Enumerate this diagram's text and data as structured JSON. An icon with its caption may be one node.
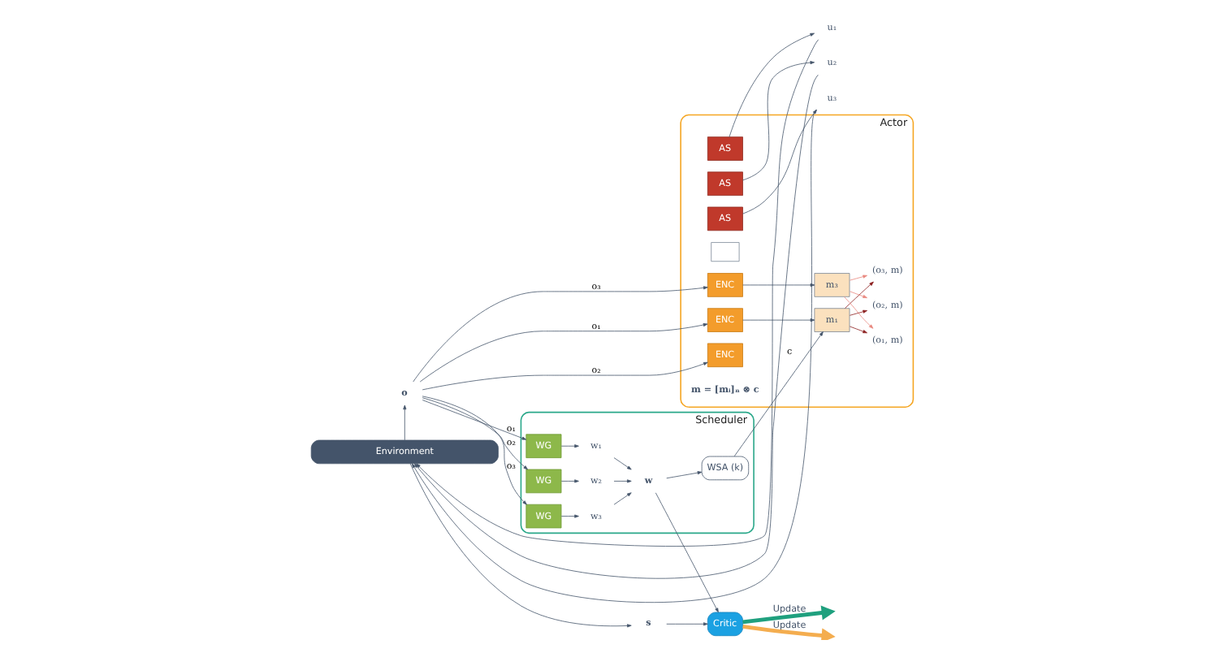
{
  "diagram": {
    "nodes": [
      {
        "text": [
          "Scheduler"
        ]
      },
      {
        "text": [
          "WG"
        ],
        "in": 0
      },
      {
        "text": [
          "WG"
        ],
        "in": 0
      },
      {
        "text": [
          "WG"
        ],
        "in": 0
      },
      {
        "text": [
          "w₁"
        ],
        "in": 0
      },
      {
        "text": [
          "w₂"
        ],
        "in": 0
      },
      {
        "text": [
          "w₃"
        ],
        "in": 0
      },
      {
        "text": [
          "w"
        ],
        "in": 0
      },
      {
        "text": [
          "WSA (k)"
        ],
        "in": 0
      },
      {
        "text": [
          "Actor"
        ]
      },
      {
        "text": [
          "ENC"
        ],
        "in": 9
      },
      {
        "text": [
          "ENC"
        ],
        "in": 9
      },
      {
        "text": [
          "ENC"
        ],
        "in": 9
      },
      {
        "text": [
          "m₁"
        ],
        "in": 9
      },
      {
        "text": [],
        "shape": "box",
        "in": 9
      },
      {
        "text": [
          "m₃"
        ],
        "in": 9
      },
      {
        "text": [
          "(o₁, m)"
        ],
        "in": 9
      },
      {
        "text": [
          "(o₂, m)"
        ],
        "in": 9
      },
      {
        "text": [
          "(o₃, m)"
        ],
        "in": 9
      },
      {
        "text": [
          "AS"
        ],
        "in": 9
      },
      {
        "text": [
          "AS"
        ],
        "in": 9
      },
      {
        "text": [
          "AS"
        ],
        "in": 9
      },
      {
        "text": [
          "u₁"
        ]
      },
      {
        "text": [
          "u₂"
        ]
      },
      {
        "text": [
          "u₃"
        ]
      },
      {
        "text": [
          "Critic"
        ]
      },
      {
        "text": [
          "Environment"
        ]
      },
      {
        "text": [
          "o"
        ]
      },
      {
        "text": [
          "s"
        ]
      }
    ],
    "edges": [
      {
        "from": 26,
        "to": 27,
        "arrow": "to"
      },
      {
        "from": 26,
        "to": 28,
        "arrow": "to"
      },
      {
        "from": 27,
        "to": 1,
        "arrow": "to",
        "label": "o₁"
      },
      {
        "from": 27,
        "to": 2,
        "arrow": "to",
        "label": "o₂"
      },
      {
        "from": 27,
        "to": 3,
        "arrow": "to",
        "label": "o₃"
      },
      {
        "from": 1,
        "to": 4,
        "arrow": "to"
      },
      {
        "from": 2,
        "to": 5,
        "arrow": "to"
      },
      {
        "from": 3,
        "to": 6,
        "arrow": "to"
      },
      {
        "from": 4,
        "to": 7,
        "arrow": "to"
      },
      {
        "from": 5,
        "to": 7,
        "arrow": "to"
      },
      {
        "from": 6,
        "to": 7,
        "arrow": "to"
      },
      {
        "from": 7,
        "to": 8,
        "arrow": "to"
      },
      {
        "from": 7,
        "to": 25,
        "arrow": "to"
      },
      {
        "from": 8,
        "to": 13,
        "arrow": "to",
        "label": "c"
      },
      {
        "from": 27,
        "to": 10,
        "arrow": "to",
        "label": "o₁"
      },
      {
        "from": 27,
        "to": 11,
        "arrow": "to",
        "label": "o₂"
      },
      {
        "from": 27,
        "to": 12,
        "arrow": "to",
        "label": "o₃"
      },
      {
        "from": 10,
        "to": 13,
        "arrow": "to"
      },
      {
        "from": 12,
        "to": 15,
        "arrow": "to"
      },
      {
        "from": 13,
        "to": 16,
        "arrow": "to",
        "color": "#8b1e1e"
      },
      {
        "from": 13,
        "to": 17,
        "arrow": "to",
        "color": "#8b1e1e"
      },
      {
        "from": 13,
        "to": 18,
        "arrow": "to",
        "color": "#8b1e1e"
      },
      {
        "from": 15,
        "to": 16,
        "arrow": "to",
        "color": "#e8877e"
      },
      {
        "from": 15,
        "to": 17,
        "arrow": "to",
        "color": "#e8877e"
      },
      {
        "from": 15,
        "to": 18,
        "arrow": "to",
        "color": "#e8877e"
      },
      {
        "from": 19,
        "to": 22,
        "arrow": "to"
      },
      {
        "from": 20,
        "to": 23,
        "arrow": "to"
      },
      {
        "from": 21,
        "to": 24,
        "arrow": "to"
      },
      {
        "from": 22,
        "to": 26,
        "arrow": "to"
      },
      {
        "from": 23,
        "to": 26,
        "arrow": "to"
      },
      {
        "from": 24,
        "to": 26,
        "arrow": "to"
      },
      {
        "from": 28,
        "to": 25,
        "arrow": "to"
      },
      {
        "from": 25,
        "to": null,
        "arrow": "to",
        "label": "Update",
        "style": "thick",
        "color": "#1fa07e"
      },
      {
        "from": 25,
        "to": null,
        "arrow": "to",
        "label": "Update",
        "style": "thick",
        "color": "#f4ad4f"
      }
    ],
    "labels": [
      "m = [mᵢ]ₙ ⊗ c"
    ]
  }
}
